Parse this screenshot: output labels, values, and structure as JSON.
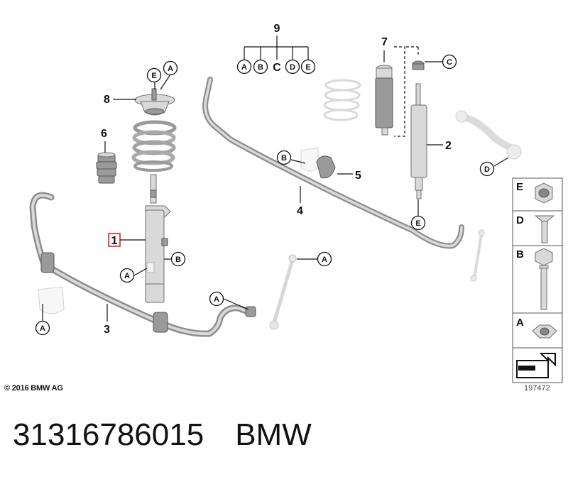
{
  "diagram": {
    "callouts": [
      {
        "id": "c1",
        "label": "1",
        "highlighted": true
      },
      {
        "id": "c2",
        "label": "2"
      },
      {
        "id": "c3",
        "label": "3"
      },
      {
        "id": "c4",
        "label": "4"
      },
      {
        "id": "c5",
        "label": "5"
      },
      {
        "id": "c6",
        "label": "6"
      },
      {
        "id": "c7",
        "label": "7"
      },
      {
        "id": "c8",
        "label": "8"
      },
      {
        "id": "c9",
        "label": "9"
      }
    ],
    "kit_letters": [
      "A",
      "B",
      "C",
      "D",
      "E"
    ],
    "circle_refs": {
      "e_top": "E",
      "a_top": "A",
      "c_top": "C",
      "b_mid": "B",
      "d_right": "D",
      "e_shock": "E",
      "b_strut": "B",
      "a_strut": "A",
      "a_link": "A",
      "a_bar": "A",
      "a_bush": "A"
    },
    "side_panel": [
      "E",
      "D",
      "B",
      "A"
    ],
    "highlight_color": "#e0201b"
  },
  "copyright": "© 2016 BMW AG",
  "image_number": "197472",
  "footer": {
    "part_number": "31316786015",
    "brand": "BMW"
  }
}
